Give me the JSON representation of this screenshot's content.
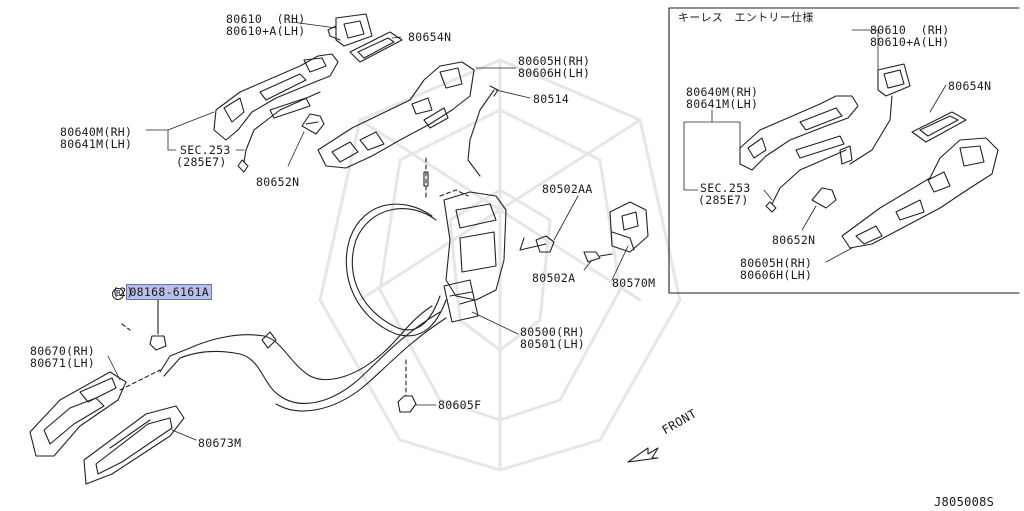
{
  "inset_title": "キーレス　エントリー仕様",
  "diagram_code": "J805008S",
  "front_label": "FRONT",
  "bolt": {
    "ref": "B",
    "part": "08168-6161A",
    "qty": "(2)"
  },
  "main_labels": {
    "p80610": "80610  (RH)",
    "p80610a": "80610+A(LH)",
    "p80654n": "80654N",
    "p80605h": "80605H(RH)",
    "p80606h": "80606H(LH)",
    "p80514": "80514",
    "p80640m": "80640M(RH)",
    "p80641m": "80641M(LH)",
    "sec253": "SEC.253",
    "sec253b": "(285E7)",
    "p80652n": "80652N",
    "p80502aa": "80502AA",
    "p80502a": "80502A",
    "p80570m": "80570M",
    "p80500": "80500(RH)",
    "p80501": "80501(LH)",
    "p80670": "80670(RH)",
    "p80671": "80671(LH)",
    "p80673m": "80673M",
    "p80605f": "80605F"
  },
  "inset_labels": {
    "p80610": "80610  (RH)",
    "p80610a": "80610+A(LH)",
    "p80654n": "80654N",
    "p80640m": "80640M(RH)",
    "p80641m": "80641M(LH)",
    "sec253": "SEC.253",
    "sec253b": "(285E7)",
    "p80652n": "80652N",
    "p80605h": "80605H(RH)",
    "p80606h": "80606H(LH)"
  }
}
